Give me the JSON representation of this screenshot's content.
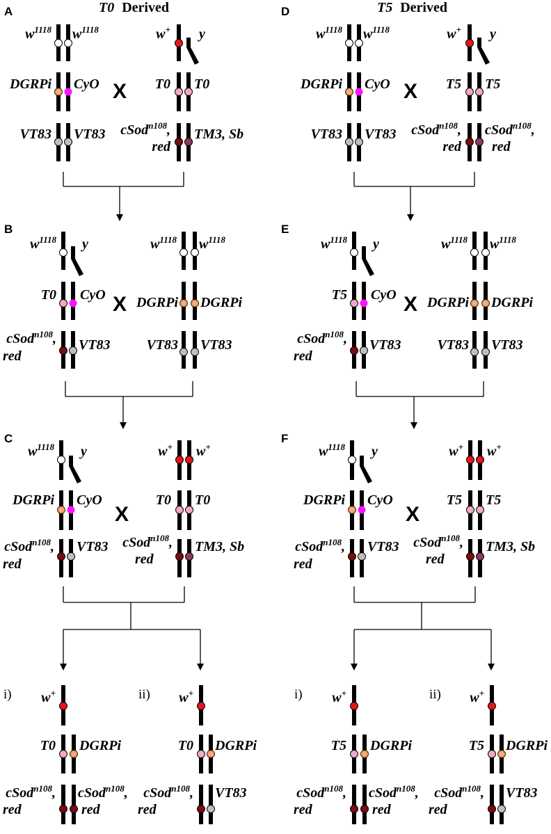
{
  "titles": {
    "left_italic": "T0",
    "left_rest": "Derived",
    "right_italic": "T5",
    "right_rest": "Derived"
  },
  "panels": {
    "A": "A",
    "B": "B",
    "C": "C",
    "D": "D",
    "E": "E",
    "F": "F"
  },
  "cross_symbol": "X",
  "offspring": {
    "i": "i)",
    "ii": "ii)"
  },
  "labels": {
    "w1118_base": "w",
    "w1118_sup": "1118",
    "wplus_base": "w",
    "wplus_sup": "+",
    "y": "y",
    "DGRPi": "DGRPi",
    "CyO": "CyO",
    "T0": "T0",
    "T5": "T5",
    "VT83": "VT83",
    "cSod_base": "cSod",
    "cSod_sup": "n108",
    "cSod_comma": ",",
    "red": "red",
    "TM3Sb": "TM3, Sb"
  },
  "colors": {
    "white": "#ffffff",
    "red": "#e8141b",
    "pink": "#f2a7c6",
    "magenta": "#ff12ff",
    "gray": "#bfbfbf",
    "darkred": "#7a0c12",
    "plum": "#8b3a62",
    "orange_ring": "#f0a030",
    "dgrp_fill": "#f4a6b8"
  }
}
